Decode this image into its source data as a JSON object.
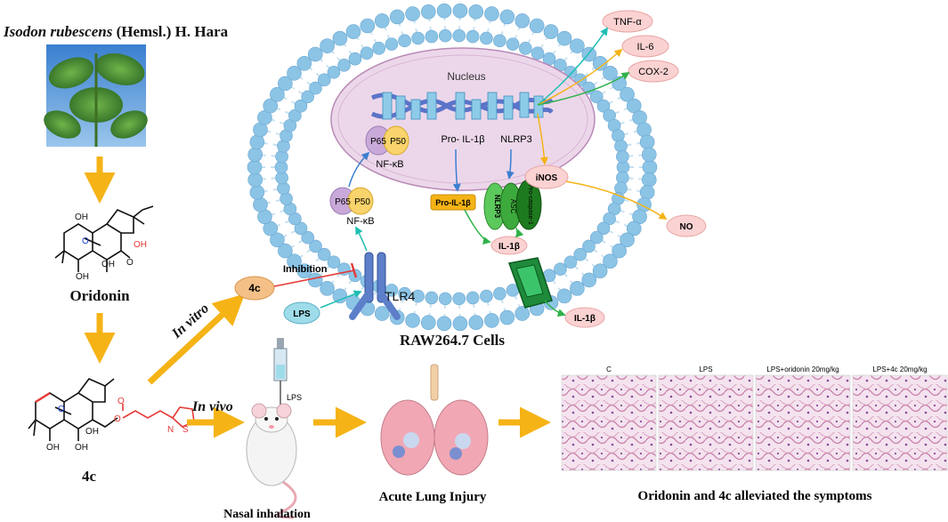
{
  "source": {
    "species_italic": "Isodon rubescens",
    "species_authority": " (Hemsl.) H. Hara",
    "compound1": "Oridonin",
    "compound2": "4c",
    "oh_label": "OH",
    "o_label": "O",
    "s_label": "S",
    "n_label": "N"
  },
  "routes": {
    "in_vitro": "In vitro",
    "in_vivo": "In vivo",
    "inhibition": "Inhibition"
  },
  "cell": {
    "title": "RAW264.7 Cells",
    "nucleus": "Nucleus",
    "tlr4": "TLR4",
    "lps": "LPS",
    "drug": "4c",
    "p65": "P65",
    "p50": "P50",
    "nfkb": "NF-κB",
    "pro_il1b_gene": "Pro- IL-1β",
    "nlrp3_gene": "NLRP3",
    "pro_il1b_protein": "Pro-IL-1β",
    "inflammasome": {
      "nlrp3": "NLRP3",
      "asc": "ASC",
      "caspase": "Pro-caspase-1"
    },
    "il1b_inner": "IL-1β",
    "il1b_outer": "IL-1β",
    "inos": "iNOS",
    "no": "NO",
    "outputs": [
      "TNF-α",
      "IL-6",
      "COX-2"
    ]
  },
  "in_vivo": {
    "syringe_label": "LPS",
    "nasal": "Nasal inhalation",
    "lung": "Acute Lung Injury",
    "conclusion": "Oridonin and 4c alleviated the symptoms",
    "panels": [
      "C",
      "LPS",
      "LPS+oridonin 20mg/kg",
      "LPS+4c 20mg/kg"
    ]
  },
  "colors": {
    "arrow_orange": "#f5b316",
    "membrane_head": "#8cc4e6",
    "membrane_tail": "#c9e2f2",
    "nucleus_fill": "#ecd7ea",
    "pink_ellipse": "#fbd2d2",
    "lps_fill": "#9fdcea",
    "teal_arrow": "#1fbfb2",
    "blue_arrow": "#3b7fd0",
    "green_arrow": "#2fb24a",
    "inhibit_red": "#e53935"
  }
}
